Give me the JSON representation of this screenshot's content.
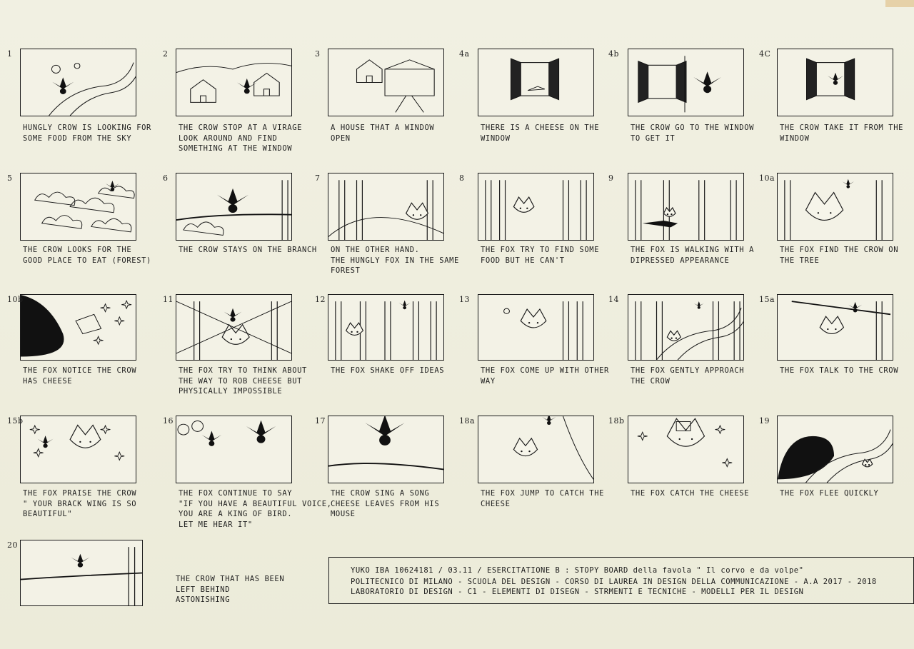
{
  "panels": [
    {
      "id": "1",
      "caption": "HUNGLY CROW IS LOOKING FOR\nSOME FOOD FROM THE SKY"
    },
    {
      "id": "2",
      "caption": "THE CROW STOP AT A VIRAGE\nLOOK AROUND AND FIND\nSOMETHING AT THE WINDOW"
    },
    {
      "id": "3",
      "caption": "A HOUSE THAT A WINDOW\nOPEN"
    },
    {
      "id": "4a",
      "caption": "THERE IS A CHEESE ON THE\nWINDOW"
    },
    {
      "id": "4b",
      "caption": "THE CROW GO TO THE WINDOW\nTO GET IT"
    },
    {
      "id": "4C",
      "caption": "THE CROW TAKE IT FROM THE\nWINDOW"
    },
    {
      "id": "5",
      "caption": "THE CROW LOOKS FOR THE\nGOOD PLACE TO EAT (FOREST)"
    },
    {
      "id": "6",
      "caption": "THE CROW STAYS ON THE BRANCH"
    },
    {
      "id": "7",
      "caption": "ON THE OTHER HAND.\nTHE HUNGLY FOX IN THE SAME\nFOREST"
    },
    {
      "id": "8",
      "caption": "THE FOX TRY TO FIND SOME\nFOOD BUT HE CAN'T"
    },
    {
      "id": "9",
      "caption": "THE FOX IS WALKING WITH A\nDIPRESSED APPEARANCE"
    },
    {
      "id": "10a",
      "caption": "THE FOX FIND THE CROW ON\nTHE TREE"
    },
    {
      "id": "10b",
      "caption": "THE FOX NOTICE THE CROW\nHAS CHEESE"
    },
    {
      "id": "11",
      "caption": "THE FOX TRY TO THINK ABOUT\nTHE WAY TO ROB CHEESE BUT\nPHYSICALLY IMPOSSIBLE"
    },
    {
      "id": "12",
      "caption": "THE FOX SHAKE OFF IDEAS"
    },
    {
      "id": "13",
      "caption": "THE FOX COME UP WITH OTHER\nWAY"
    },
    {
      "id": "14",
      "caption": "THE FOX GENTLY APPROACH\nTHE CROW"
    },
    {
      "id": "15a",
      "caption": "THE FOX TALK TO THE CROW"
    },
    {
      "id": "15b",
      "caption": "THE FOX PRAISE THE CROW\n\" YOUR BRACK WING IS SO\nBEAUTIFUL\""
    },
    {
      "id": "16",
      "caption": "THE FOX CONTINUE TO SAY\n\"IF YOU HAVE A BEAUTIFUL VOICE,\nYOU ARE A KING OF BIRD.\nLET ME HEAR IT\""
    },
    {
      "id": "17",
      "caption": "THE CROW SING A SONG\nCHEESE LEAVES FROM HIS\nMOUSE"
    },
    {
      "id": "18a",
      "caption": "THE FOX JUMP TO CATCH THE\nCHEESE"
    },
    {
      "id": "18b",
      "caption": "THE FOX CATCH THE CHEESE"
    },
    {
      "id": "19",
      "caption": "THE FOX FLEE QUICKLY"
    },
    {
      "id": "20",
      "caption": "THE CROW THAT HAS BEEN\nLEFT BEHIND\nASTONISHING"
    }
  ],
  "title_block": {
    "line1": "YUKO IBA  10624181  /  03.11  /  ESERCITATIONE B   :   STOPY BOARD  della favola \" Il corvo e da volpe\"",
    "line2": "POLITECNICO DI MILANO -  SCUOLA DEL DESIGN -  CORSO DI LAUREA IN DESIGN DELLA COMMUNICAZIONE - A.A  2017 - 2018",
    "line3": "LABORATORIO DI  DESIGN  -  C1 -  ELEMENTI  DI DISEGN  -  STRMENTI E TECNICHE  -  MODELLI PER IL DESIGN"
  }
}
